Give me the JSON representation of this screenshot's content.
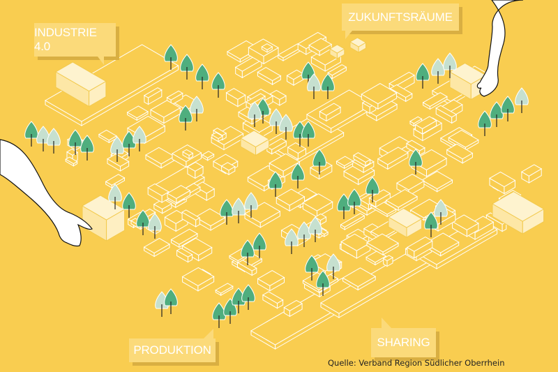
{
  "labels": {
    "industrie": "INDUSTRIE 4.0",
    "zukunft": "ZUKUNFTSRÄUME",
    "produktion": "PRODUKTION",
    "sharing": "SHARING"
  },
  "source": "Quelle: Verband Region Südlicher Oberrhein",
  "colors": {
    "background": "#F9CD50",
    "label_box": "#FBDA7A",
    "label_shadow": "#D9AF42",
    "highlight_building": "#FEF3CF",
    "tree_dark": "#4FAE7E",
    "tree_light": "#C6E0CF"
  }
}
